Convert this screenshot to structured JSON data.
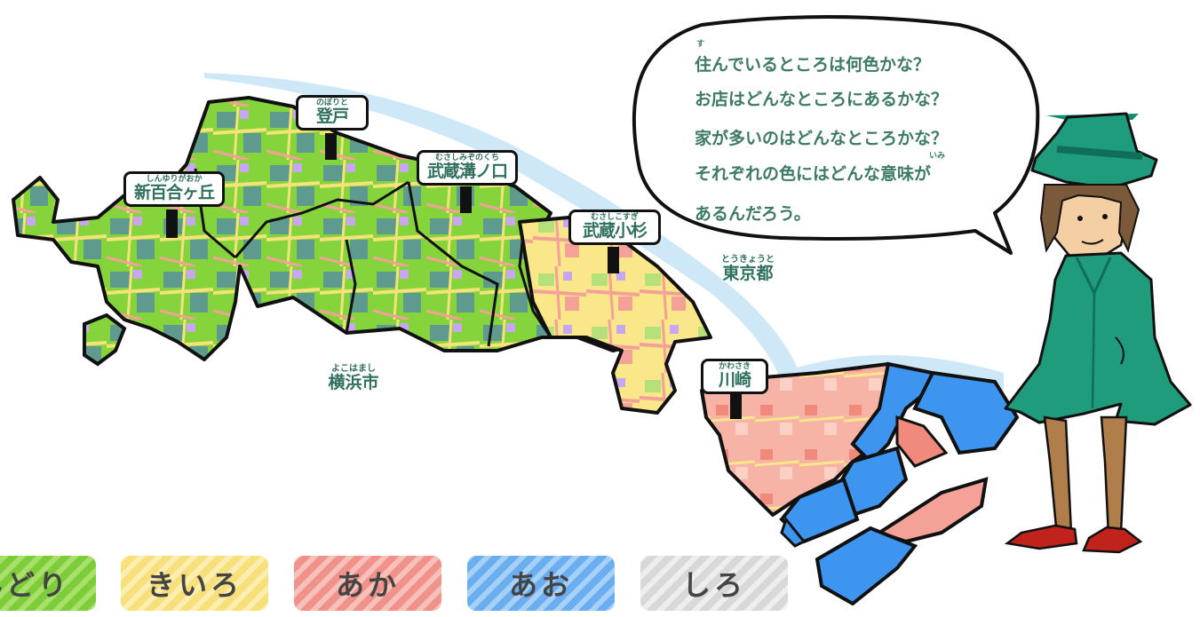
{
  "regions": {
    "tokyo": {
      "furigana": "とうきょうと",
      "name": "東京都"
    },
    "yokohama": {
      "furigana": "よこはまし",
      "name": "横浜市"
    }
  },
  "stations": [
    {
      "furigana": "しんゆりがおか",
      "name": "新百合ヶ丘"
    },
    {
      "furigana": "のぼりと",
      "name": "登戸"
    },
    {
      "furigana": "むさしみぞのくち",
      "name": "武蔵溝ノ口"
    },
    {
      "furigana": "むさしこすぎ",
      "name": "武蔵小杉"
    },
    {
      "furigana": "かわさき",
      "name": "川崎"
    }
  ],
  "bubble": {
    "lines": [
      "住んでいるところは何色かな？",
      "お店はどんなところにあるかな？",
      "家が多いのはどんなところかな？",
      "それぞれの色にはどんな意味が",
      "あるんだろう。"
    ],
    "furigana_su": "す",
    "furigana_imi": "いみ"
  },
  "legend": [
    {
      "label": "みどり",
      "color": "#7dcc3a",
      "stripe": "#a8e06a"
    },
    {
      "label": "きいろ",
      "color": "#f7df7a",
      "stripe": "#fbeeb0"
    },
    {
      "label": "あか",
      "color": "#f0928a",
      "stripe": "#f7c0ba"
    },
    {
      "label": "あお",
      "color": "#6aaef0",
      "stripe": "#a6d0f7"
    },
    {
      "label": "しろ",
      "color": "#d8d8d8",
      "stripe": "#eeeeee"
    }
  ],
  "colors": {
    "text_green": "#2f6f5f",
    "map_green": "#86d43c",
    "map_teal": "#5f9a8f",
    "map_yellow": "#f5e27a",
    "map_red": "#f4a198",
    "map_blue": "#3d95f0",
    "river": "#cfe8f7",
    "character_coat": "#1f9c7c",
    "character_hat": "#138a6c",
    "shoes": "#c0221c"
  }
}
